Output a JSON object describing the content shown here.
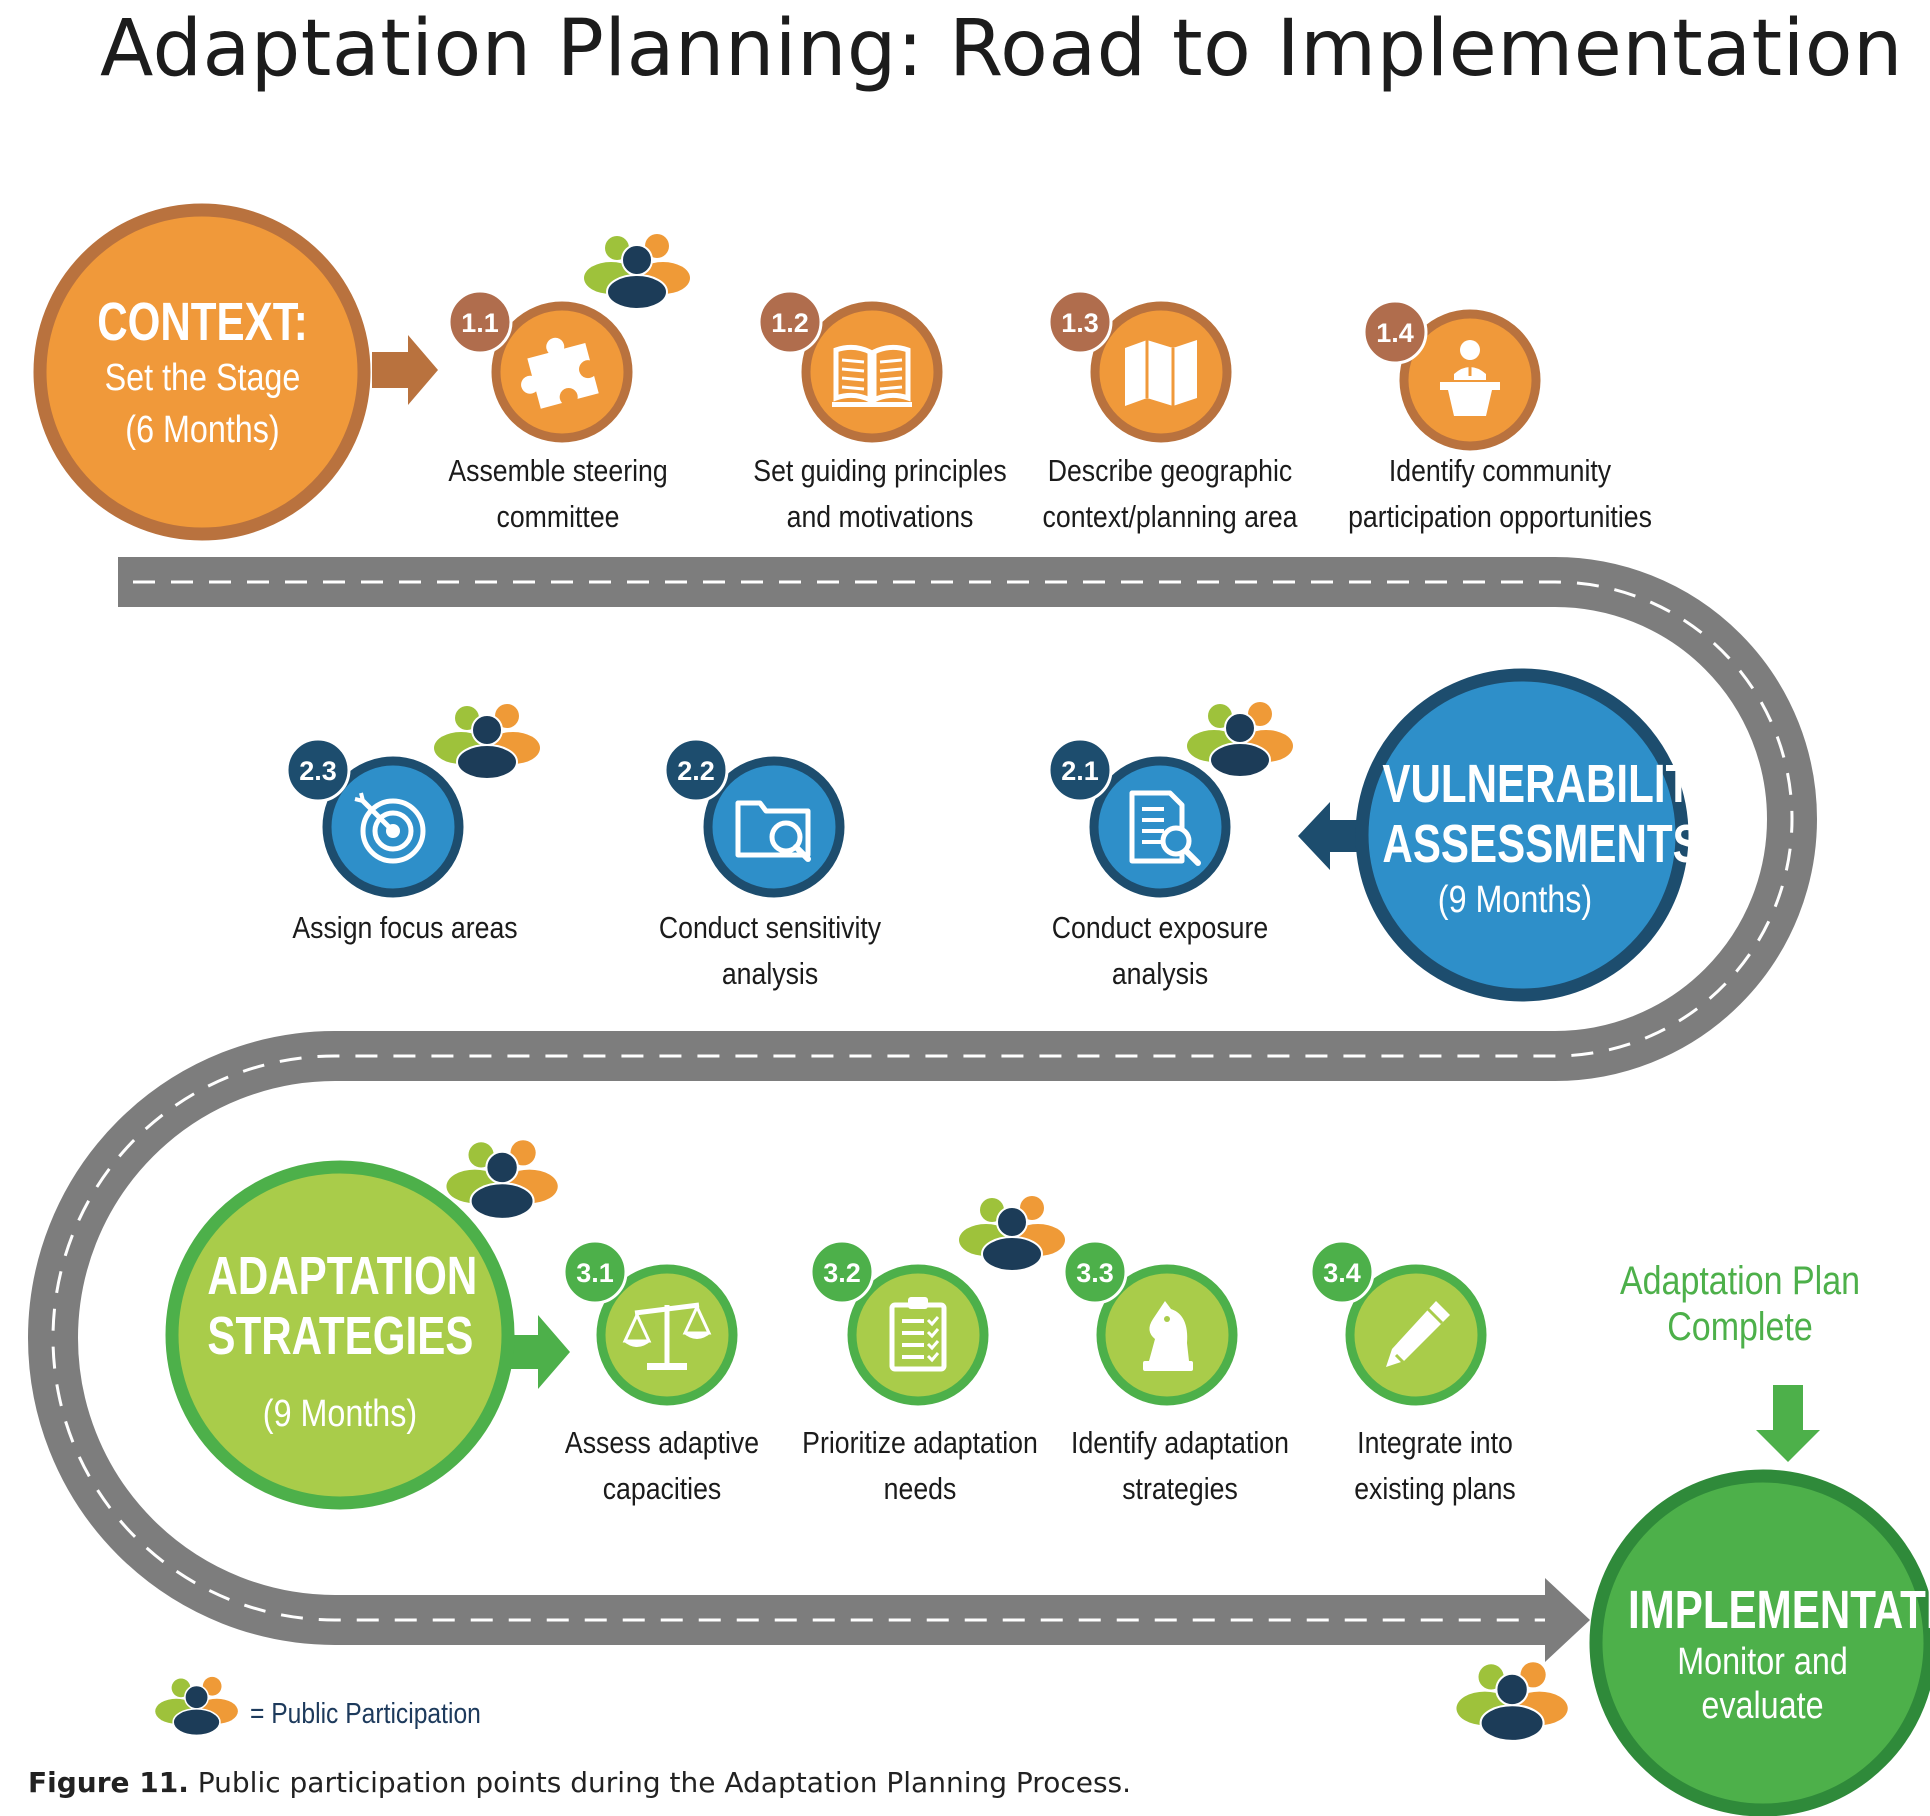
{
  "title": "Adaptation Planning: Road to Implementation",
  "colors": {
    "road": "#7d7d7d",
    "orange": "#f0993a",
    "orange_border": "#b9723e",
    "badge_brown": "#b06d4d",
    "blue": "#2e8fc9",
    "blue_dark": "#1d4d6e",
    "green_light": "#a9cc4a",
    "green_mid": "#4db04a",
    "green_dark": "#2f8a3a",
    "person_green": "#9ec23b",
    "person_orange": "#ef9a37",
    "person_navy": "#1c3c58"
  },
  "phases": {
    "context": {
      "heading": "CONTEXT:",
      "sub1": "Set the Stage",
      "sub2": "(6 Months)"
    },
    "vulnerability": {
      "heading1": "VULNERABILITY",
      "heading2": "ASSESSMENTS",
      "sub": "(9 Months)"
    },
    "adaptation": {
      "heading1": "ADAPTATION",
      "heading2": "STRATEGIES",
      "sub": "(9 Months)"
    },
    "implementation": {
      "heading": "IMPLEMENTATION",
      "sub1": "Monitor and",
      "sub2": "evaluate"
    }
  },
  "steps": [
    {
      "num": "1.1",
      "line1": "Assemble steering",
      "line2": "committee",
      "icon": "puzzle-icon",
      "public": true
    },
    {
      "num": "1.2",
      "line1": "Set guiding principles",
      "line2": "and motivations",
      "icon": "book-icon",
      "public": false
    },
    {
      "num": "1.3",
      "line1": "Describe geographic",
      "line2": "context/planning area",
      "icon": "map-icon",
      "public": false
    },
    {
      "num": "1.4",
      "line1": "Identify community",
      "line2": "participation opportunities",
      "icon": "podium-speaker-icon",
      "public": false
    },
    {
      "num": "2.1",
      "line1": "Conduct exposure",
      "line2": "analysis",
      "icon": "document-search-icon",
      "public": true
    },
    {
      "num": "2.2",
      "line1": "Conduct sensitivity",
      "line2": "analysis",
      "icon": "folder-search-icon",
      "public": false
    },
    {
      "num": "2.3",
      "line1": "Assign focus areas",
      "line2": "",
      "icon": "target-icon",
      "public": true
    },
    {
      "num": "3.1",
      "line1": "Assess adaptive",
      "line2": "capacities",
      "icon": "scales-icon",
      "public": false
    },
    {
      "num": "3.2",
      "line1": "Prioritize adaptation",
      "line2": "needs",
      "icon": "clipboard-icon",
      "public": true
    },
    {
      "num": "3.3",
      "line1": "Identify adaptation",
      "line2": "strategies",
      "icon": "chess-knight-icon",
      "public": false
    },
    {
      "num": "3.4",
      "line1": "Integrate into",
      "line2": "existing plans",
      "icon": "pen-icon",
      "public": false
    }
  ],
  "plan_complete": {
    "line1": "Adaptation Plan",
    "line2": "Complete"
  },
  "legend": {
    "text": "= Public Participation",
    "icon": "public-participation-icon"
  },
  "caption": {
    "label": "Figure 11.",
    "text": " Public participation points during the Adaptation Planning Process."
  }
}
